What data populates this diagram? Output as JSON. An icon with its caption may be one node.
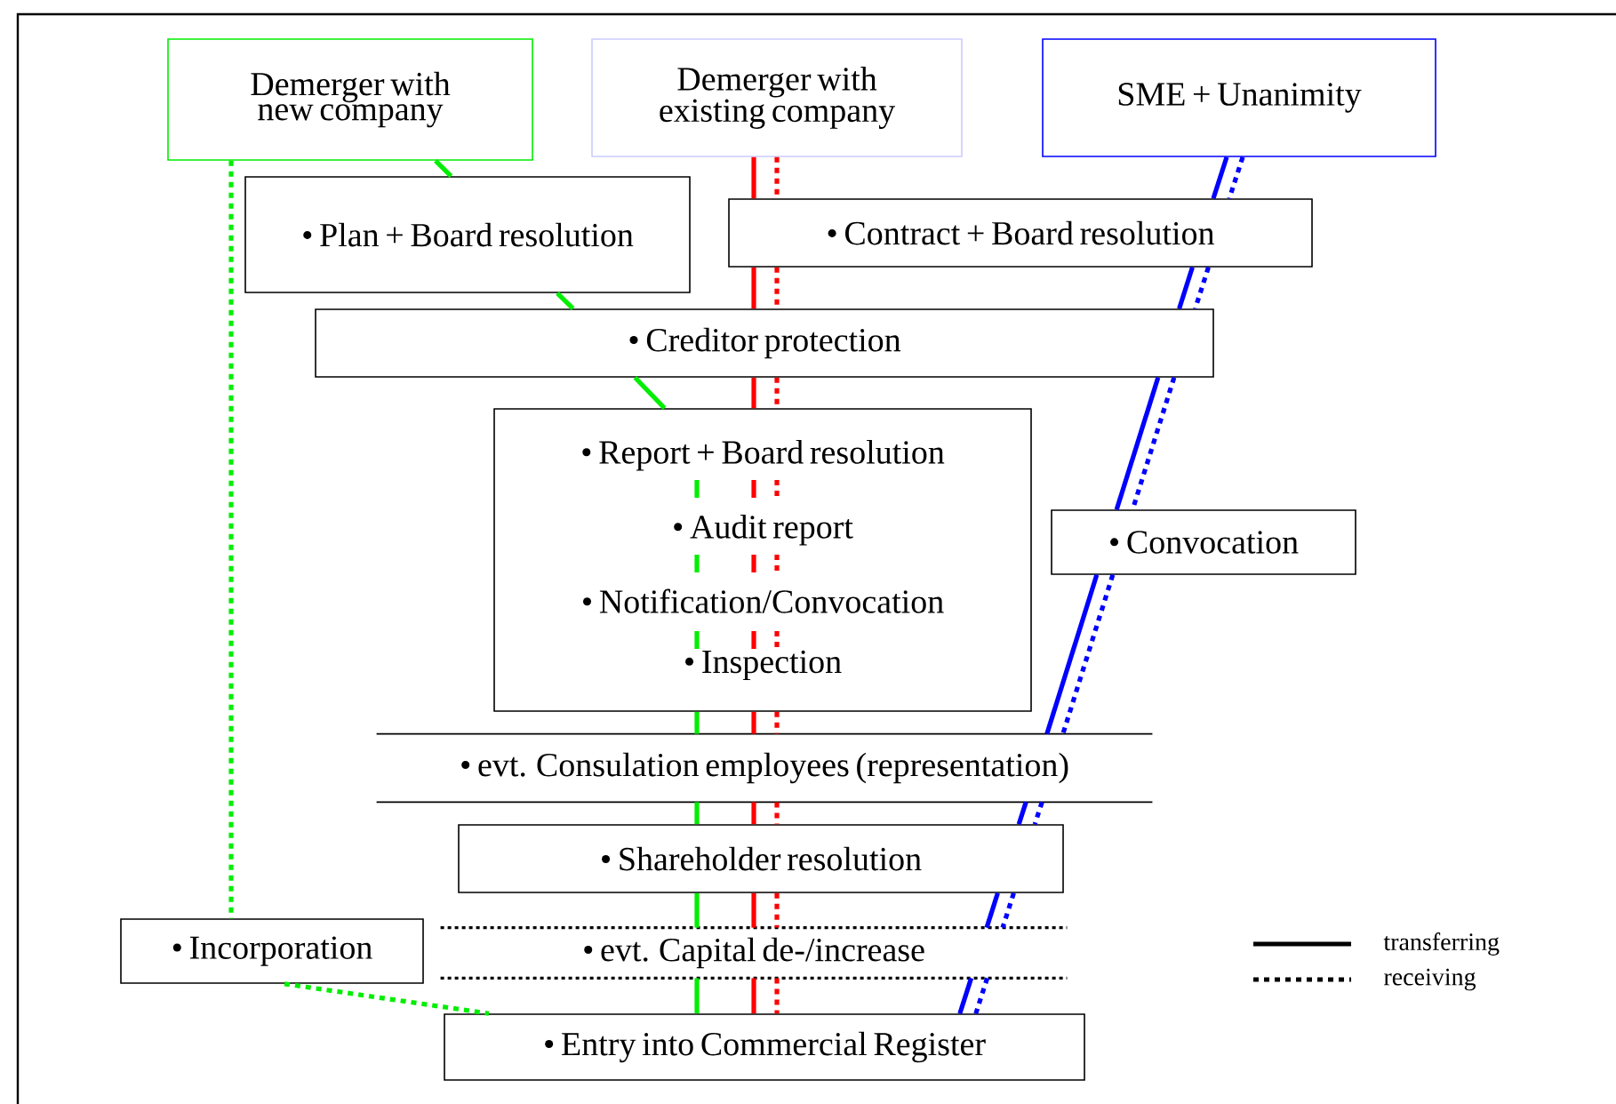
{
  "diagram": {
    "nodes": [
      {
        "text": [
          "Demerger with new company"
        ]
      },
      {
        "text": [
          "Demerger with existing company"
        ]
      },
      {
        "text": [
          "SME + Unanimity"
        ]
      },
      {
        "text": [
          "• Plan + Board resolution"
        ]
      },
      {
        "text": [
          "• Contract + Board resolution"
        ]
      },
      {
        "text": [
          "• Creditor protection"
        ]
      },
      {
        "text": [
          "• Report + Board resolution",
          "• Audit report",
          "• Notification/Convocation",
          "• Inspection"
        ]
      },
      {
        "text": [
          "• Convocation"
        ]
      },
      {
        "text": [
          "• evt. Consulation employees (representation)"
        ]
      },
      {
        "text": [
          "• Shareholder resolution"
        ]
      },
      {
        "text": [
          "• Incorporation"
        ]
      },
      {
        "text": [
          "• evt. Capital de-/increase"
        ]
      },
      {
        "text": [
          "• Entry into Commercial Register"
        ]
      }
    ],
    "edges": [
      {
        "from": 0,
        "to": 3,
        "arrow": "none",
        "color": "#00ee00"
      },
      {
        "from": 3,
        "to": 5,
        "arrow": "none",
        "color": "#00ee00"
      },
      {
        "from": 5,
        "to": 6,
        "arrow": "none",
        "color": "#00ee00"
      },
      {
        "from": 6,
        "to": 8,
        "arrow": "none",
        "color": "#00ee00"
      },
      {
        "from": 8,
        "to": 9,
        "arrow": "none",
        "color": "#00ee00"
      },
      {
        "from": 9,
        "to": 11,
        "arrow": "none",
        "color": "#00ee00"
      },
      {
        "from": 11,
        "to": 12,
        "arrow": "none",
        "color": "#00ee00"
      },
      {
        "from": 0,
        "to": 10,
        "arrow": "none",
        "style": "dashed",
        "color": "#00ee00"
      },
      {
        "from": 10,
        "to": 12,
        "arrow": "none",
        "style": "dashed",
        "color": "#00ee00"
      },
      {
        "from": 1,
        "to": 4,
        "arrow": "none",
        "color": "#ff0000"
      },
      {
        "from": 4,
        "to": 5,
        "arrow": "none",
        "color": "#ff0000"
      },
      {
        "from": 5,
        "to": 6,
        "arrow": "none",
        "color": "#ff0000"
      },
      {
        "from": 6,
        "to": 8,
        "arrow": "none",
        "color": "#ff0000"
      },
      {
        "from": 8,
        "to": 9,
        "arrow": "none",
        "color": "#ff0000"
      },
      {
        "from": 9,
        "to": 11,
        "arrow": "none",
        "color": "#ff0000"
      },
      {
        "from": 11,
        "to": 12,
        "arrow": "none",
        "color": "#ff0000"
      },
      {
        "from": 1,
        "to": 4,
        "arrow": "none",
        "style": "dashed",
        "color": "#ff0000"
      },
      {
        "from": 4,
        "to": 5,
        "arrow": "none",
        "style": "dashed",
        "color": "#ff0000"
      },
      {
        "from": 5,
        "to": 6,
        "arrow": "none",
        "style": "dashed",
        "color": "#ff0000"
      },
      {
        "from": 6,
        "to": 8,
        "arrow": "none",
        "style": "dashed",
        "color": "#ff0000"
      },
      {
        "from": 8,
        "to": 9,
        "arrow": "none",
        "style": "dashed",
        "color": "#ff0000"
      },
      {
        "from": 9,
        "to": 11,
        "arrow": "none",
        "style": "dashed",
        "color": "#ff0000"
      },
      {
        "from": 11,
        "to": 12,
        "arrow": "none",
        "style": "dashed",
        "color": "#ff0000"
      },
      {
        "from": 2,
        "to": 4,
        "arrow": "none",
        "color": "#0000ff"
      },
      {
        "from": 4,
        "to": 5,
        "arrow": "none",
        "color": "#0000ff"
      },
      {
        "from": 5,
        "to": 7,
        "arrow": "none",
        "color": "#0000ff"
      },
      {
        "from": 7,
        "to": 8,
        "arrow": "none",
        "color": "#0000ff"
      },
      {
        "from": 8,
        "to": 9,
        "arrow": "none",
        "color": "#0000ff"
      },
      {
        "from": 9,
        "to": 11,
        "arrow": "none",
        "color": "#0000ff"
      },
      {
        "from": 11,
        "to": 12,
        "arrow": "none",
        "color": "#0000ff"
      },
      {
        "from": 2,
        "to": 4,
        "arrow": "none",
        "style": "dashed",
        "color": "#0000ff"
      },
      {
        "from": 4,
        "to": 5,
        "arrow": "none",
        "style": "dashed",
        "color": "#0000ff"
      },
      {
        "from": 5,
        "to": 7,
        "arrow": "none",
        "style": "dashed",
        "color": "#0000ff"
      },
      {
        "from": 7,
        "to": 8,
        "arrow": "none",
        "style": "dashed",
        "color": "#0000ff"
      },
      {
        "from": 8,
        "to": 9,
        "arrow": "none",
        "style": "dashed",
        "color": "#0000ff"
      },
      {
        "from": 9,
        "to": 11,
        "arrow": "none",
        "style": "dashed",
        "color": "#0000ff"
      },
      {
        "from": 11,
        "to": 12,
        "arrow": "none",
        "style": "dashed",
        "color": "#0000ff"
      }
    ],
    "legend": [
      {
        "text": "transferring"
      },
      {
        "text": "receiving"
      }
    ]
  }
}
